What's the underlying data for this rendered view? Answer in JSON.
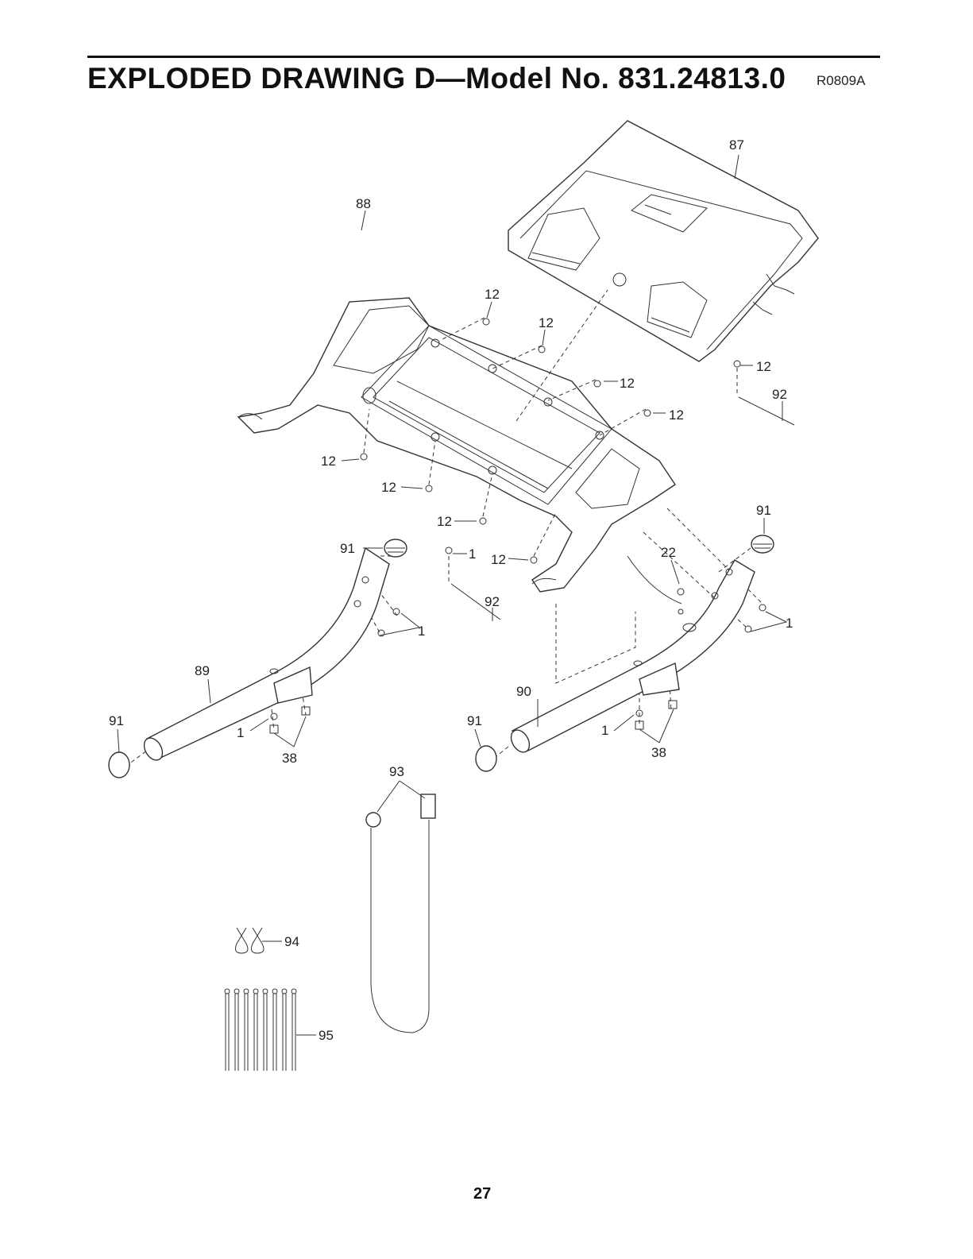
{
  "header": {
    "title": "EXPLODED DRAWING D—Model No. 831.24813.0",
    "drawing_code": "R0809A"
  },
  "footer": {
    "page_number": "27"
  },
  "callouts": {
    "c87": "87",
    "c88": "88",
    "c12": "12",
    "c92": "92",
    "c91": "91",
    "c1": "1",
    "c22": "22",
    "c89": "89",
    "c90": "90",
    "c38": "38",
    "c93": "93",
    "c94": "94",
    "c95": "95"
  }
}
